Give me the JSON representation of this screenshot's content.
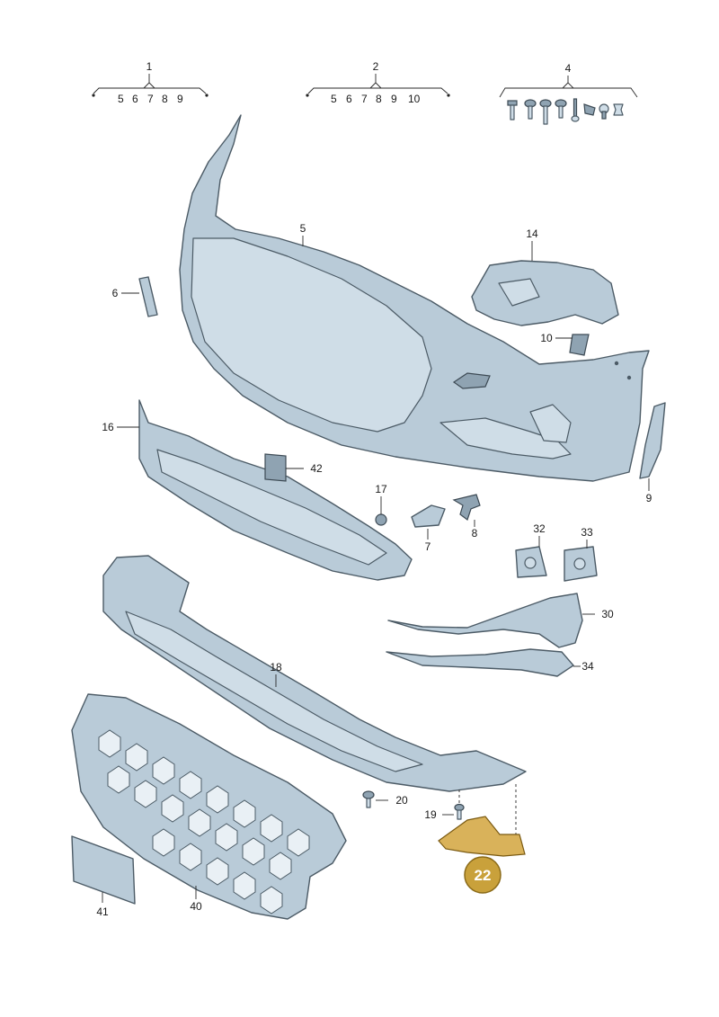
{
  "groups": [
    {
      "number": "1",
      "members": [
        "5",
        "6",
        "7",
        "8",
        "9"
      ]
    },
    {
      "number": "2",
      "members": [
        "5",
        "6",
        "7",
        "8",
        "9",
        "10"
      ]
    },
    {
      "number": "4",
      "members": []
    }
  ],
  "callouts": {
    "c5": "5",
    "c6": "6",
    "c7": "7",
    "c8": "8",
    "c9": "9",
    "c10": "10",
    "c14": "14",
    "c16": "16",
    "c17": "17",
    "c18": "18",
    "c19": "19",
    "c20": "20",
    "c22": "22",
    "c30": "30",
    "c32": "32",
    "c33": "33",
    "c34": "34",
    "c40": "40",
    "c41": "41",
    "c42": "42"
  },
  "highlight": {
    "part": "22",
    "color": "#c9a13b"
  },
  "colors": {
    "part_fill": "#b9cbd8",
    "outline": "#4c5b66"
  }
}
